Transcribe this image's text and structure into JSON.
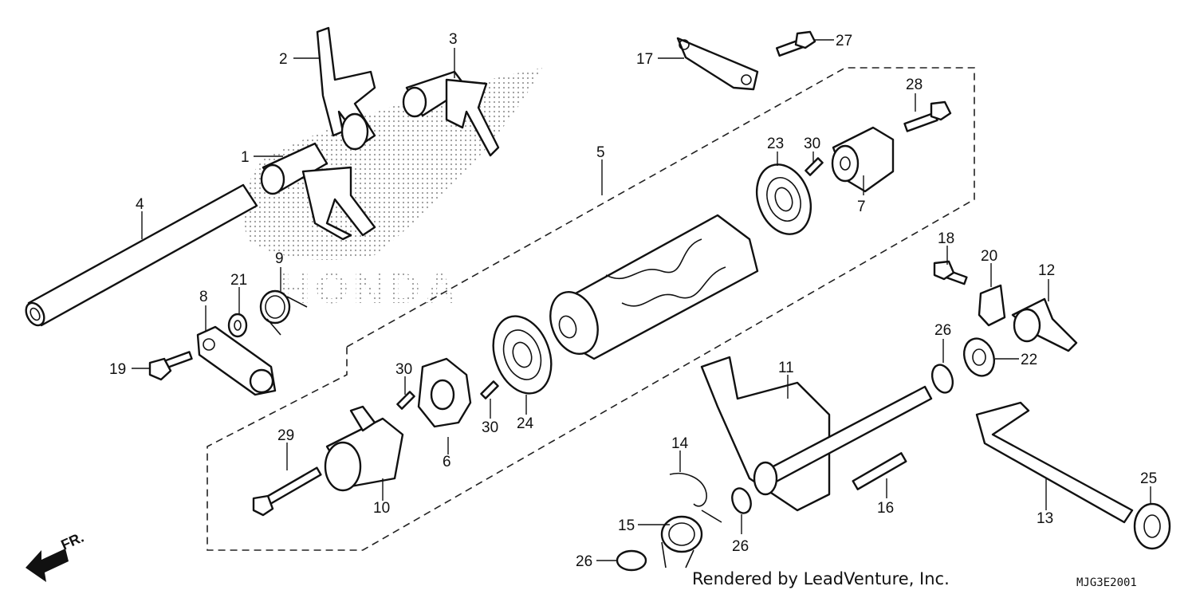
{
  "diagram": {
    "credit": "Rendered by LeadVenture, Inc.",
    "code": "MJG3E2001",
    "direction_label": "FR.",
    "watermark": "HONDA",
    "callouts": [
      {
        "id": "c1",
        "label": "1"
      },
      {
        "id": "c2",
        "label": "2"
      },
      {
        "id": "c3",
        "label": "3"
      },
      {
        "id": "c4",
        "label": "4"
      },
      {
        "id": "c5",
        "label": "5"
      },
      {
        "id": "c6",
        "label": "6"
      },
      {
        "id": "c7",
        "label": "7"
      },
      {
        "id": "c8",
        "label": "8"
      },
      {
        "id": "c9",
        "label": "9"
      },
      {
        "id": "c10",
        "label": "10"
      },
      {
        "id": "c11",
        "label": "11"
      },
      {
        "id": "c12",
        "label": "12"
      },
      {
        "id": "c13",
        "label": "13"
      },
      {
        "id": "c14",
        "label": "14"
      },
      {
        "id": "c15",
        "label": "15"
      },
      {
        "id": "c16",
        "label": "16"
      },
      {
        "id": "c17",
        "label": "17"
      },
      {
        "id": "c18",
        "label": "18"
      },
      {
        "id": "c19",
        "label": "19"
      },
      {
        "id": "c20",
        "label": "20"
      },
      {
        "id": "c21",
        "label": "21"
      },
      {
        "id": "c22",
        "label": "22"
      },
      {
        "id": "c23",
        "label": "23"
      },
      {
        "id": "c24",
        "label": "24"
      },
      {
        "id": "c25",
        "label": "25"
      },
      {
        "id": "c26a",
        "label": "26"
      },
      {
        "id": "c26b",
        "label": "26"
      },
      {
        "id": "c26c",
        "label": "26"
      },
      {
        "id": "c27",
        "label": "27"
      },
      {
        "id": "c28",
        "label": "28"
      },
      {
        "id": "c29",
        "label": "29"
      },
      {
        "id": "c30a",
        "label": "30"
      },
      {
        "id": "c30b",
        "label": "30"
      },
      {
        "id": "c30c",
        "label": "30"
      }
    ]
  }
}
